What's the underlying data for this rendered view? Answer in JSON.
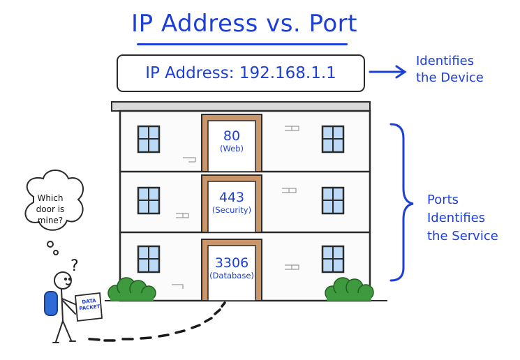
{
  "title": "IP Address vs. Port",
  "ip_box": {
    "label": "IP Address: 192.168.1.1"
  },
  "device_note": {
    "line1": "Identifies",
    "line2": "the Device"
  },
  "ports_note": {
    "line1": "Ports",
    "line2": "Identifies",
    "line3": "the Service"
  },
  "doors": [
    {
      "number": "80",
      "service": "(Web)"
    },
    {
      "number": "443",
      "service": "(Security)"
    },
    {
      "number": "3306",
      "service": "(Database)"
    }
  ],
  "thought": {
    "line1": "Which",
    "line2": "door is",
    "line3": "mine?"
  },
  "packet": {
    "line1": "DATA",
    "line2": "PACKET"
  },
  "colors": {
    "ink": "#1d3fd6",
    "outline": "#2a2a2a",
    "door_frame": "#c9956b",
    "window_glass": "#bcd9f5",
    "bush": "#3f9a3f"
  }
}
